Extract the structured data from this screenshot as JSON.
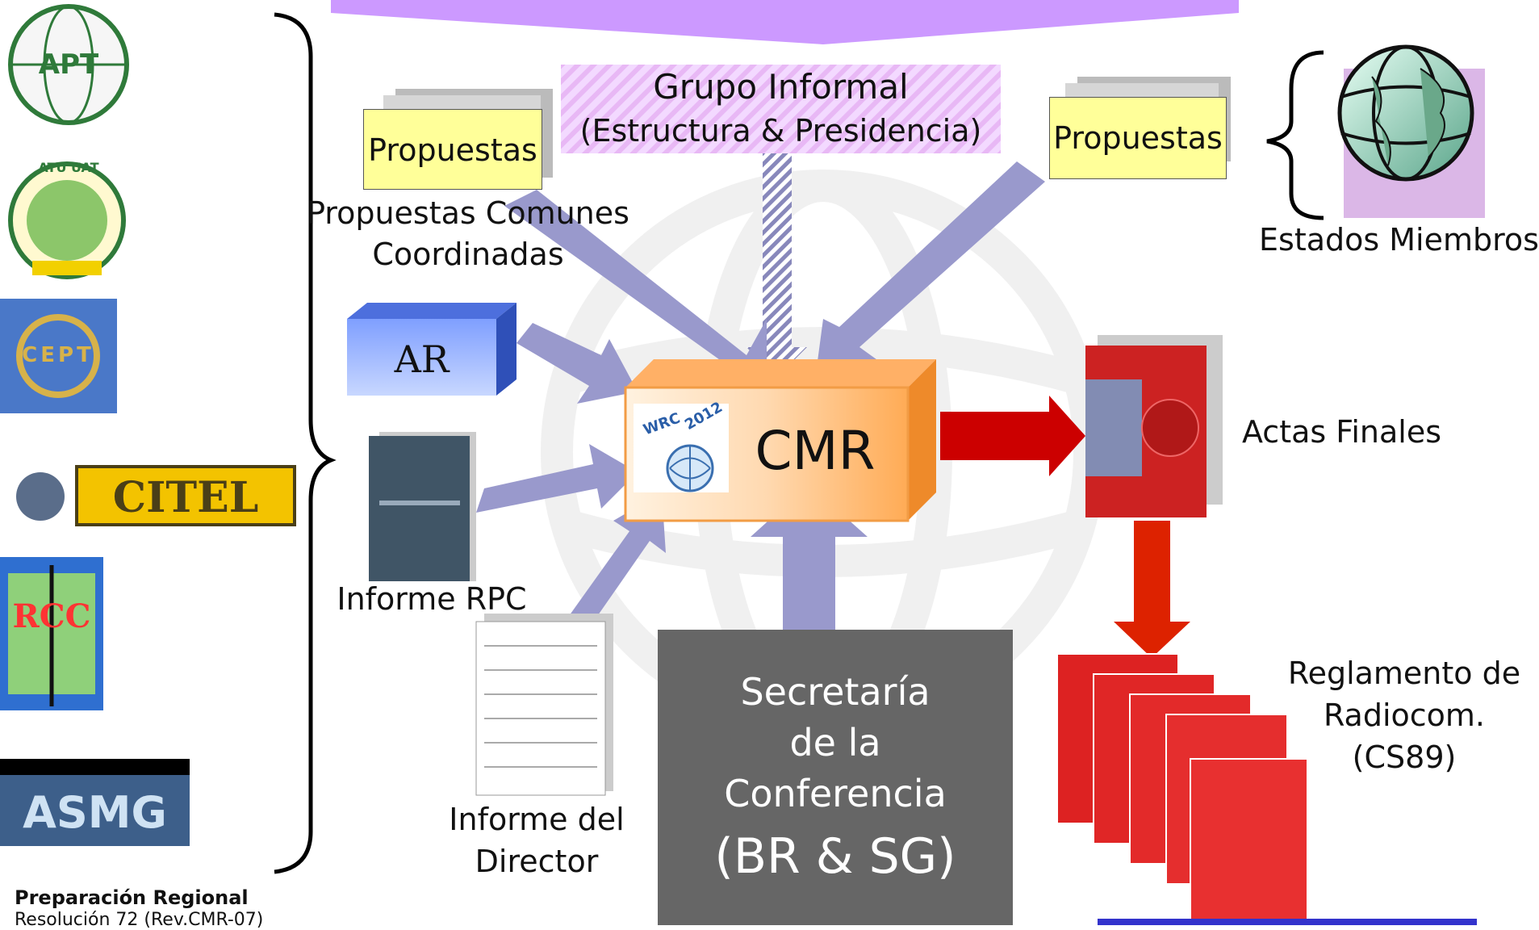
{
  "proposals_left": "Propuestas",
  "proposals_right": "Propuestas",
  "informal_group": {
    "line1": "Grupo Informal",
    "line2": "(Estructura & Presidencia)"
  },
  "common_proposals": {
    "line1": "Propuestas Comunes",
    "line2": "Coordinadas"
  },
  "member_states": "Estados Miembros",
  "ar_label": "AR",
  "cmr_label": "CMR",
  "cmr_logo_text": {
    "wrc": "WRC",
    "year": "2012"
  },
  "rpc_report": "Informe RPC",
  "final_acts": "Actas Finales",
  "regulations": {
    "line1": "Reglamento de",
    "line2": "Radiocom.",
    "line3": "(CS89)"
  },
  "director_report": {
    "line1": "Informe del",
    "line2": "Director"
  },
  "secretariat": {
    "line1": "Secretaría",
    "line2": "de la",
    "line3": "Conferencia",
    "line4": "(BR & SG)"
  },
  "footer": {
    "line1": "Preparación Regional",
    "line2": "Resolución 72 (Rev.CMR-07)"
  },
  "regional_logos": [
    "APT",
    "ATU UAT",
    "CEPT",
    "CITEL",
    "RCC",
    "ASMG"
  ],
  "colors": {
    "arrow_blue": "#9999cc",
    "arrow_red": "#cc0000",
    "box_orange": "#ff9933",
    "secretariat_gray": "#666666",
    "yellow_doc": "#ffff99",
    "banner": "#cc99ff"
  }
}
